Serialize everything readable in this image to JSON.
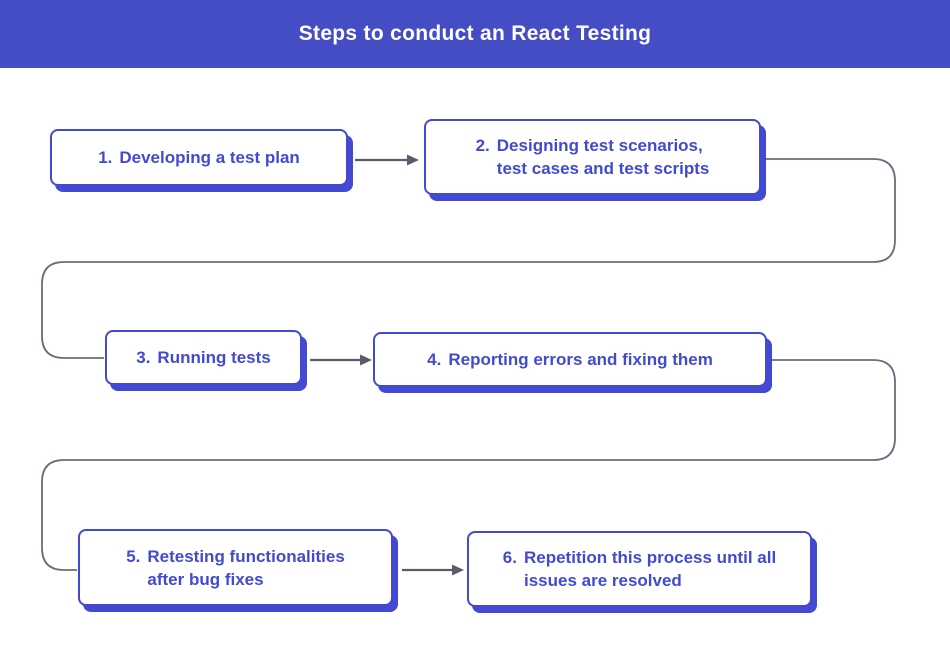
{
  "header": {
    "title": "Steps to conduct an React Testing"
  },
  "steps": [
    {
      "number": "1.",
      "lines": [
        "Developing a test plan"
      ]
    },
    {
      "number": "2.",
      "lines": [
        "Designing test scenarios,",
        "test cases and test scripts"
      ]
    },
    {
      "number": "3.",
      "lines": [
        "Running tests"
      ]
    },
    {
      "number": "4.",
      "lines": [
        "Reporting errors and fixing them"
      ]
    },
    {
      "number": "5.",
      "lines": [
        "Retesting functionalities",
        "after bug fixes"
      ]
    },
    {
      "number": "6.",
      "lines": [
        "Repetition this process until all",
        "issues are resolved"
      ]
    }
  ],
  "colors": {
    "header_bg": "#454dc5",
    "box_border": "#4349d2",
    "box_shadow": "#4349d2",
    "step_text": "#424ad1",
    "connector_line": "#696c7c",
    "arrow": "#595d6b",
    "background": "#ffffff"
  }
}
